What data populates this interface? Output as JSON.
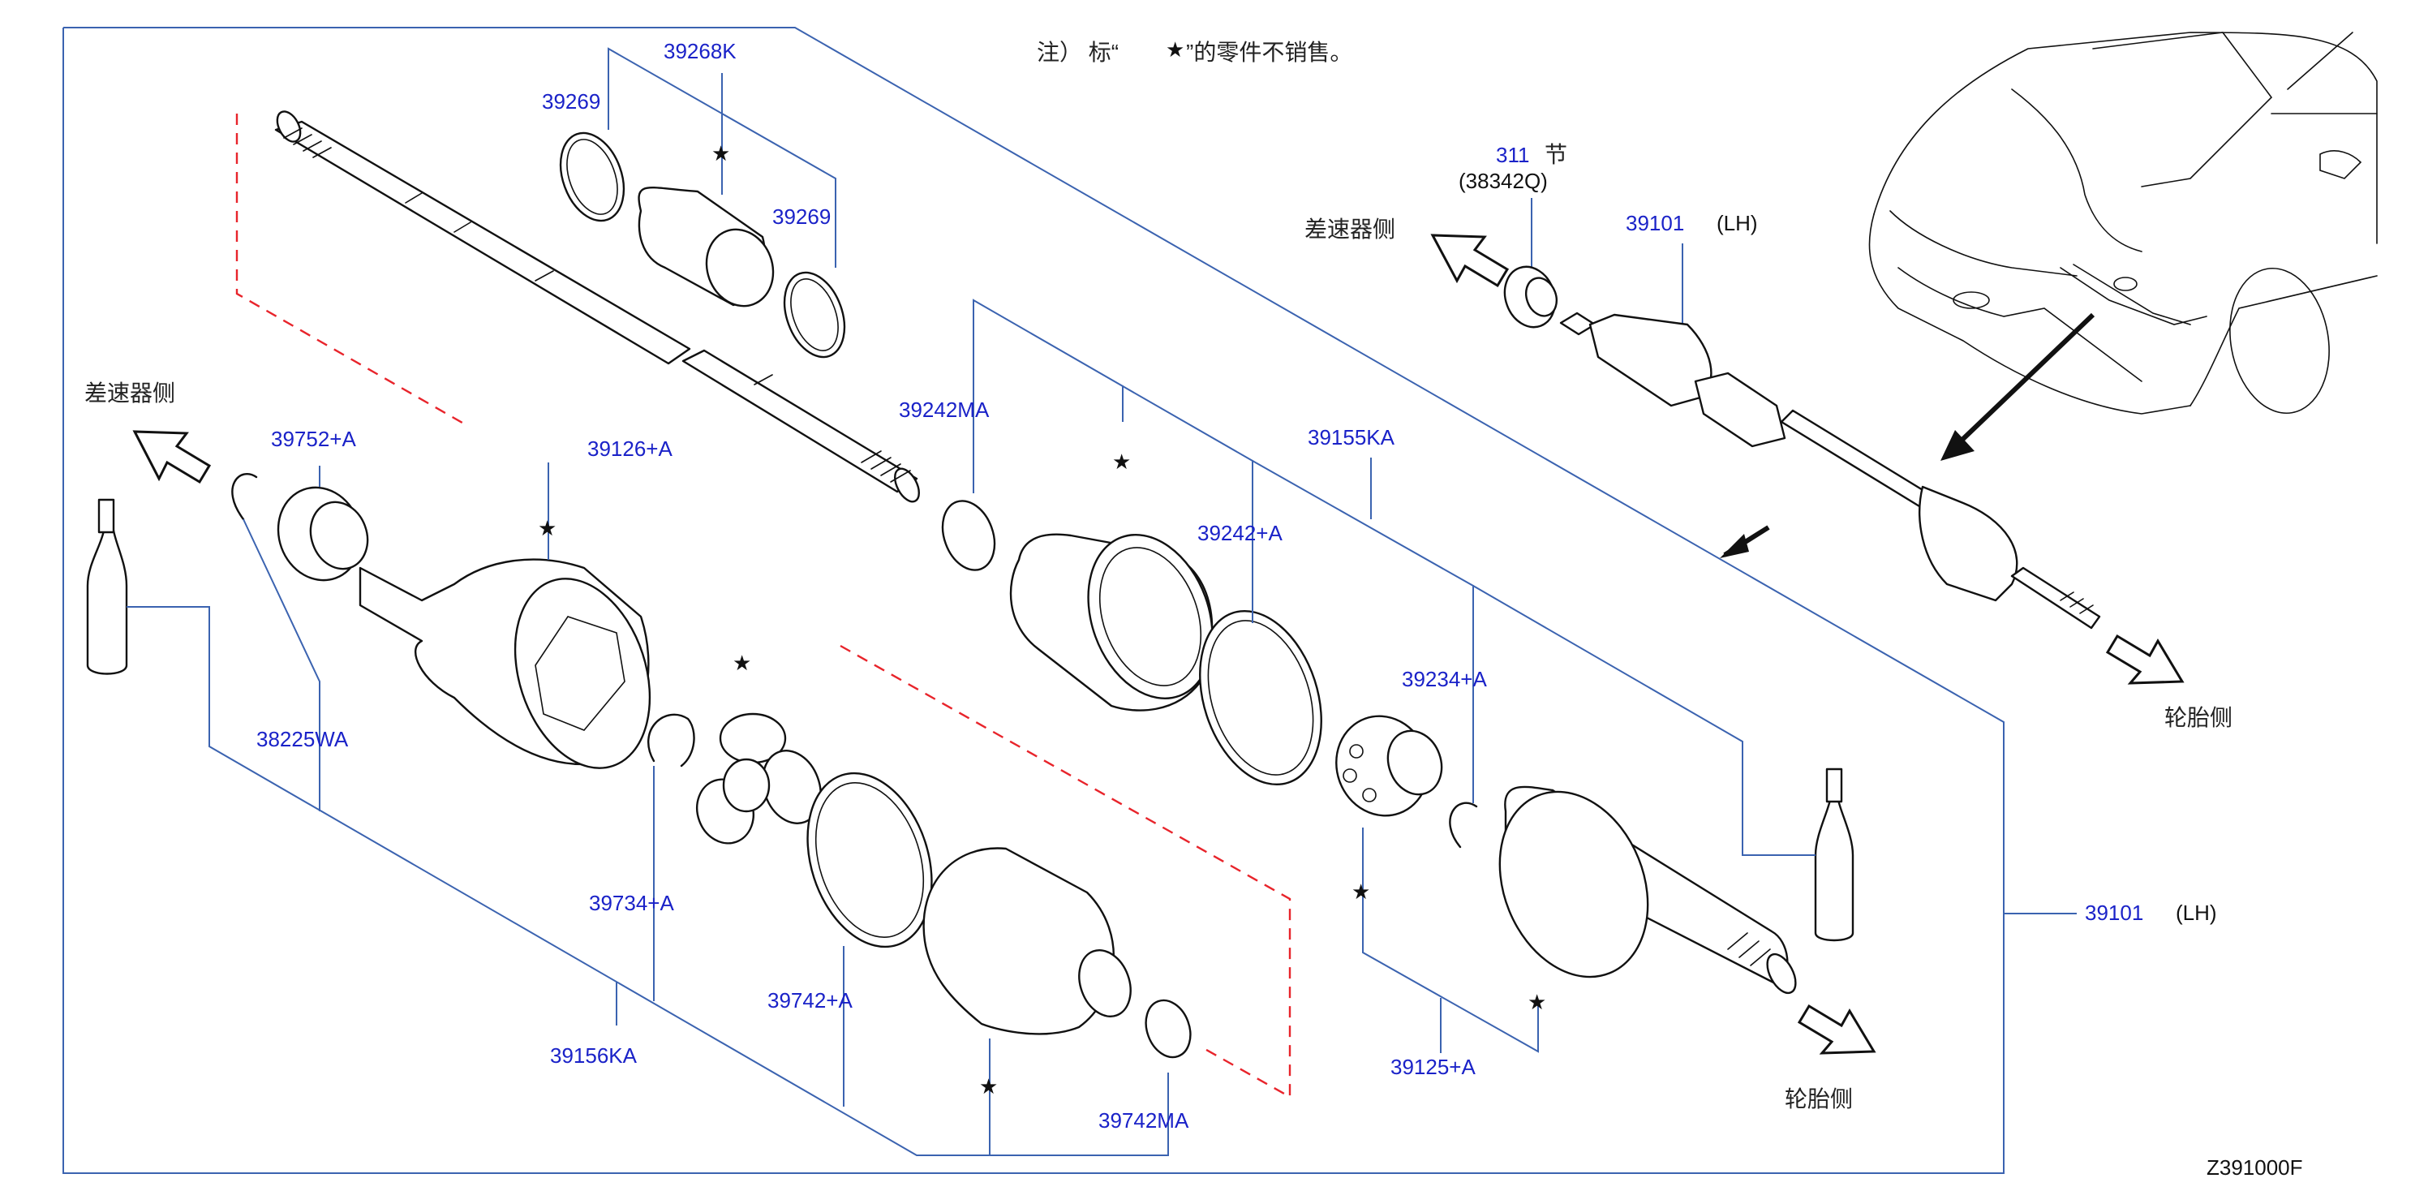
{
  "note": {
    "prefix": "注） 标“",
    "star": "★",
    "suffix": "”的零件不销售。"
  },
  "diagram_id": "Z391000F",
  "parts": {
    "p39268K": "39268K",
    "p39269_a": "39269",
    "p39269_b": "39269",
    "p39242MA": "39242MA",
    "p39155KA": "39155KA",
    "p39242A": "39242+A",
    "p39234A": "39234+A",
    "p39752A": "39752+A",
    "p39126A": "39126+A",
    "p38225WA": "38225WA",
    "p39734A": "39734+A",
    "p39742A": "39742+A",
    "p39742MA": "39742MA",
    "p39156KA": "39156KA",
    "p39125A": "39125+A",
    "p39101_main": "39101",
    "p39101_main_side": "(LH)",
    "p39101_inset": "39101",
    "p39101_inset_side": "(LH)",
    "p311": "311",
    "p311_suffix": "节",
    "p38342Q": "(38342Q)"
  },
  "labels": {
    "diff_side_inset": "差速器侧",
    "diff_side_main": "差速器侧",
    "tire_side_inset": "轮胎侧",
    "tire_side_main": "轮胎侧"
  },
  "star_symbol": "★",
  "colors": {
    "part_number": "#1a22c8",
    "leader_line": "#3b63b0",
    "phantom_line": "#e8242b"
  }
}
